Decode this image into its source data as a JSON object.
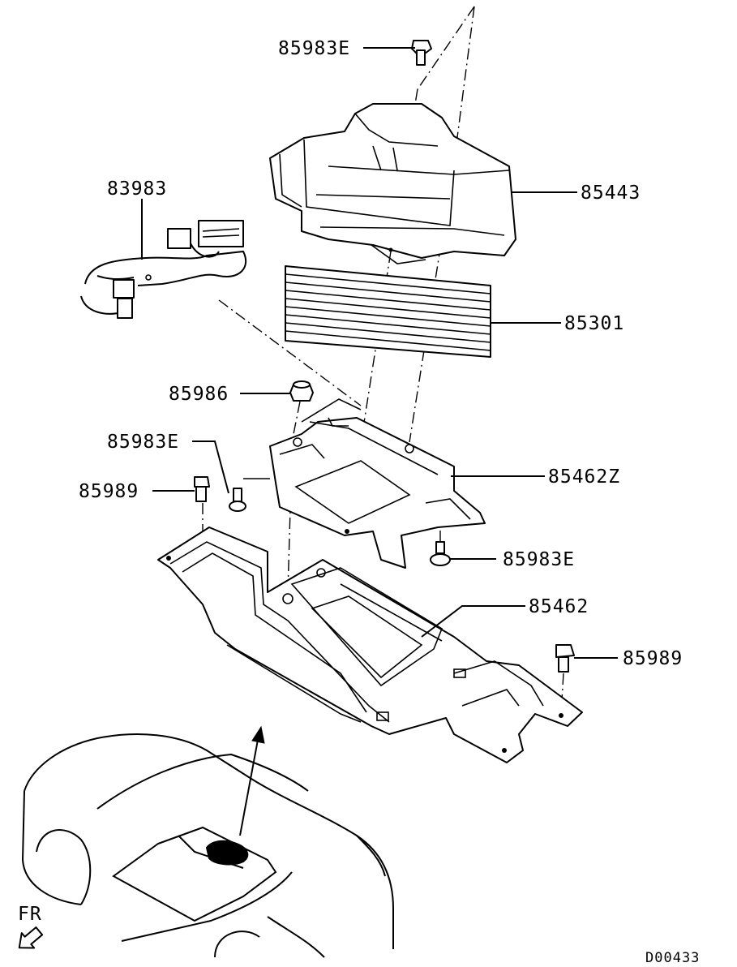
{
  "diagram": {
    "callouts": [
      {
        "id": "c1",
        "text": "85983E"
      },
      {
        "id": "c2",
        "text": "83983"
      },
      {
        "id": "c3",
        "text": "85443"
      },
      {
        "id": "c4",
        "text": "85301"
      },
      {
        "id": "c5",
        "text": "85986"
      },
      {
        "id": "c6",
        "text": "85983E"
      },
      {
        "id": "c7",
        "text": "85462Z"
      },
      {
        "id": "c8",
        "text": "85989"
      },
      {
        "id": "c9",
        "text": "85983E"
      },
      {
        "id": "c10",
        "text": "85462"
      },
      {
        "id": "c11",
        "text": "85989"
      }
    ],
    "orientation_label": "FR",
    "drawing_code": "D00433"
  }
}
